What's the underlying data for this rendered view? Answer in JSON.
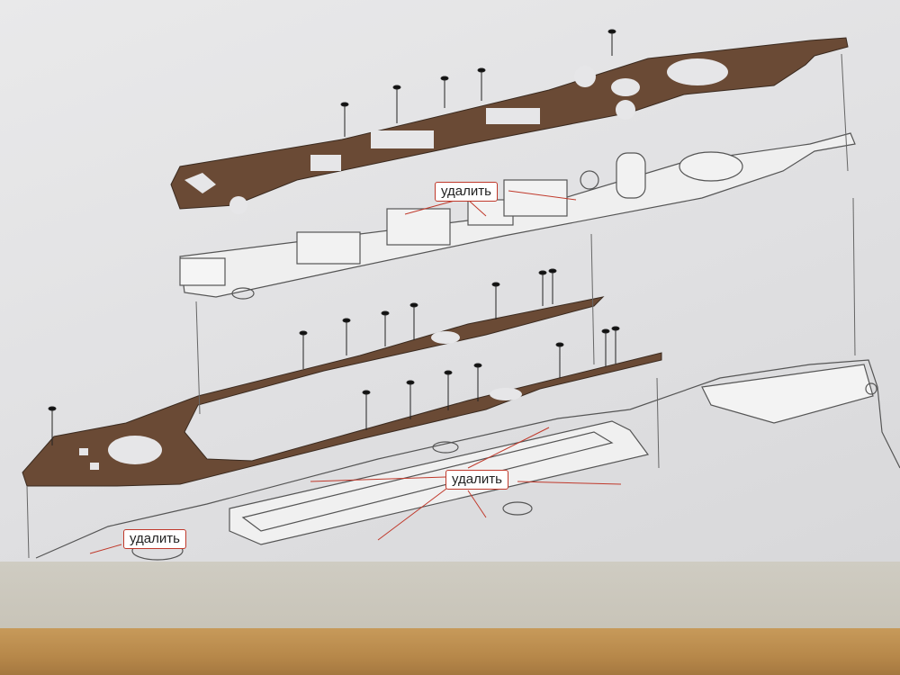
{
  "callouts": [
    {
      "id": "remove-label-1",
      "text": "удалить"
    },
    {
      "id": "remove-label-2",
      "text": "удалить"
    },
    {
      "id": "remove-label-3",
      "text": "удалить"
    }
  ],
  "colors": {
    "deck_veneer": "#6a4a35",
    "line_art": "#555555",
    "callout_border": "#c0392b",
    "callout_arrow": "#c0392b",
    "wood_sheet": "#b7884a"
  }
}
